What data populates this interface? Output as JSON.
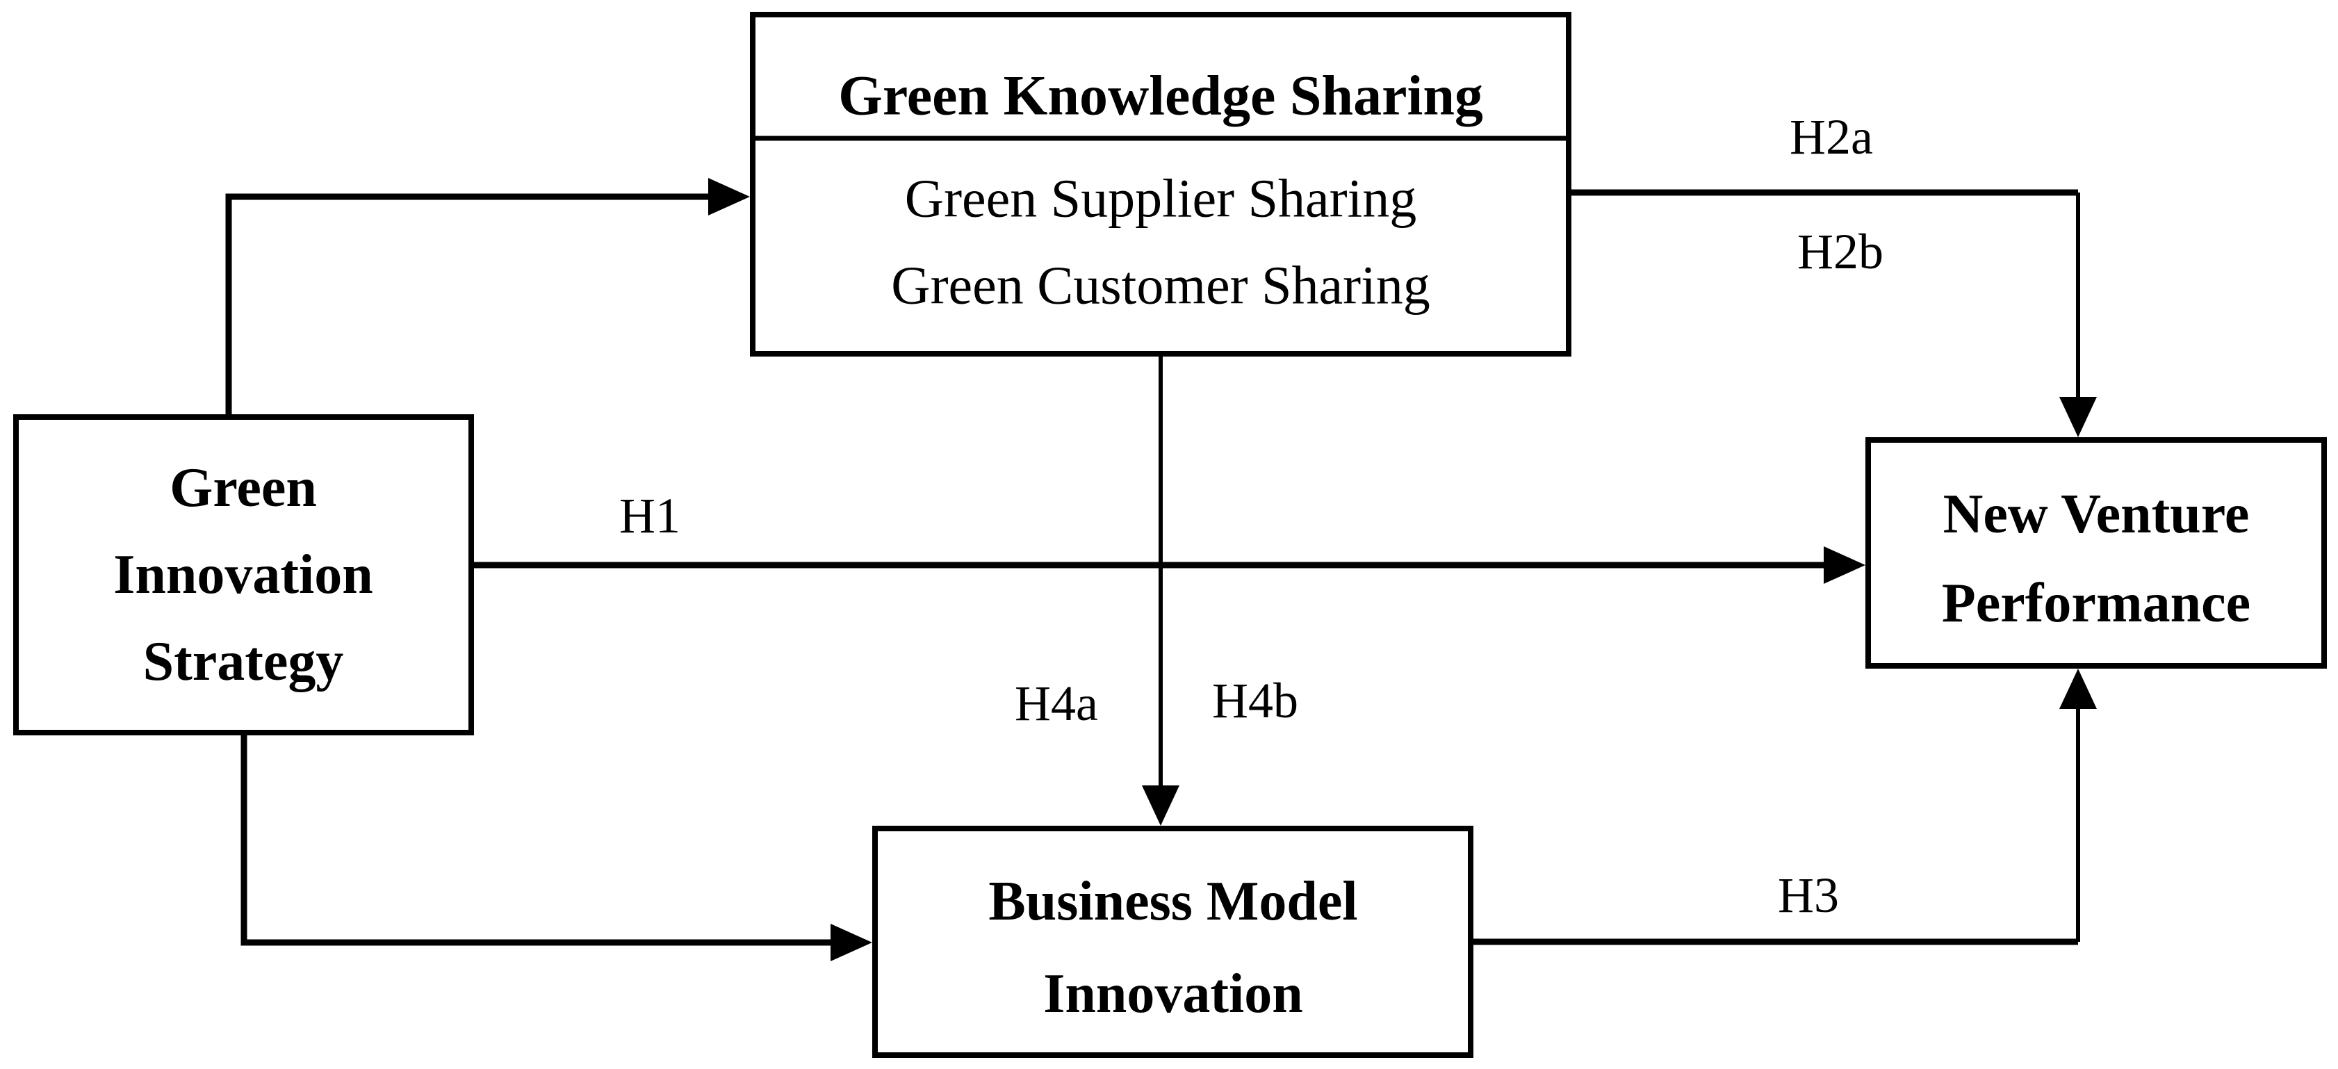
{
  "colors": {
    "ink": "#000000",
    "background": "#ffffff"
  },
  "nodes": {
    "gks": {
      "title": "Green Knowledge Sharing",
      "sub1": "Green Supplier Sharing",
      "sub2": "Green Customer Sharing"
    },
    "gis": {
      "line1": "Green",
      "line2": "Innovation",
      "line3": "Strategy"
    },
    "nvp": {
      "line1": "New Venture",
      "line2": "Performance"
    },
    "bmi": {
      "line1": "Business Model",
      "line2": "Innovation"
    }
  },
  "hypothesis_labels": {
    "h1": "H1",
    "h2a": "H2a",
    "h2b": "H2b",
    "h3": "H3",
    "h4a": "H4a",
    "h4b": "H4b"
  }
}
